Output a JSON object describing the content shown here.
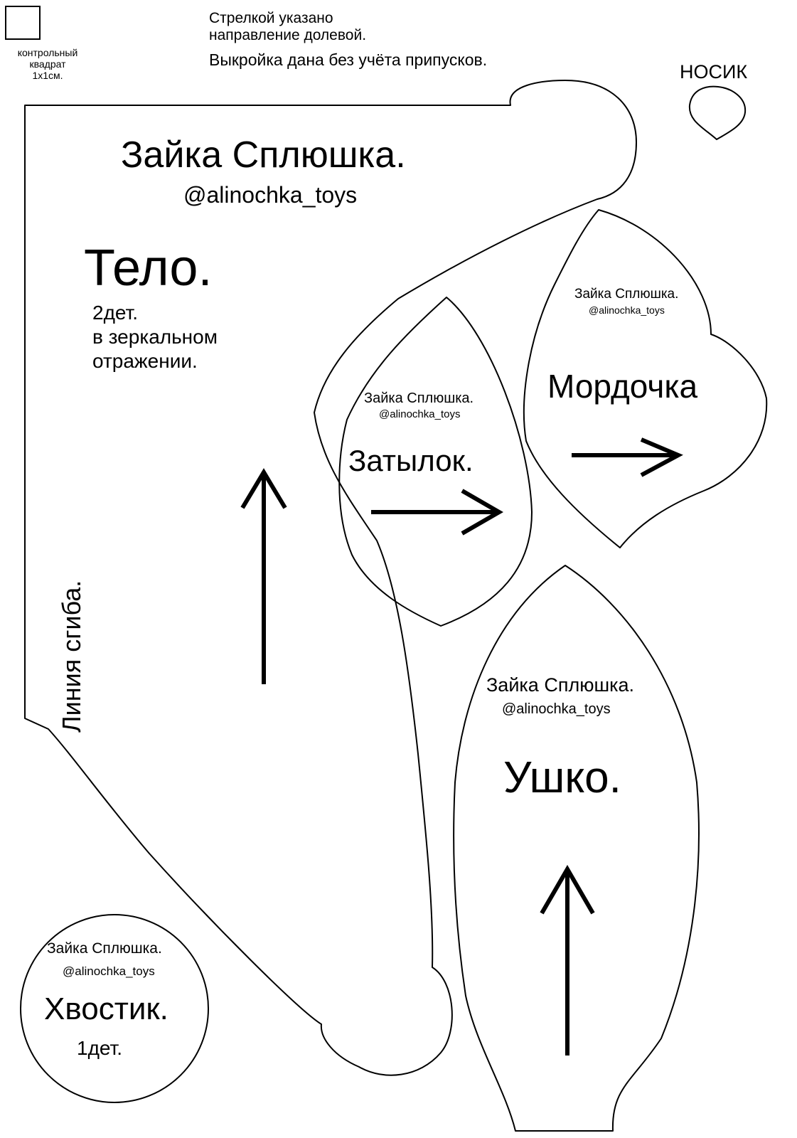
{
  "control_square": {
    "line1": "контрольный",
    "line2": "квадрат",
    "line3": "1х1см."
  },
  "notes": {
    "line1": "Стрелкой указано",
    "line2": "направление долевой.",
    "line3": "Выкройка дана без учёта припусков."
  },
  "nose": {
    "label": "НОСИК"
  },
  "body": {
    "brand": "Зайка Сплюшка.",
    "handle": "@alinochka_toys",
    "name": "Тело.",
    "count": "2дет.",
    "mirror1": "в зеркальном",
    "mirror2": "отражении.",
    "fold_line": "Линия сгиба."
  },
  "back_head": {
    "brand": "Зайка Сплюшка.",
    "handle": "@alinochka_toys",
    "name": "Затылок."
  },
  "face": {
    "brand": "Зайка Сплюшка.",
    "handle": "@alinochka_toys",
    "name": "Мордочка"
  },
  "ear": {
    "brand": "Зайка Сплюшка.",
    "handle": "@alinochka_toys",
    "name": "Ушко."
  },
  "tail": {
    "brand": "Зайка Сплюшка.",
    "handle": "@alinochka_toys",
    "name": "Хвостик.",
    "count": "1дет."
  }
}
